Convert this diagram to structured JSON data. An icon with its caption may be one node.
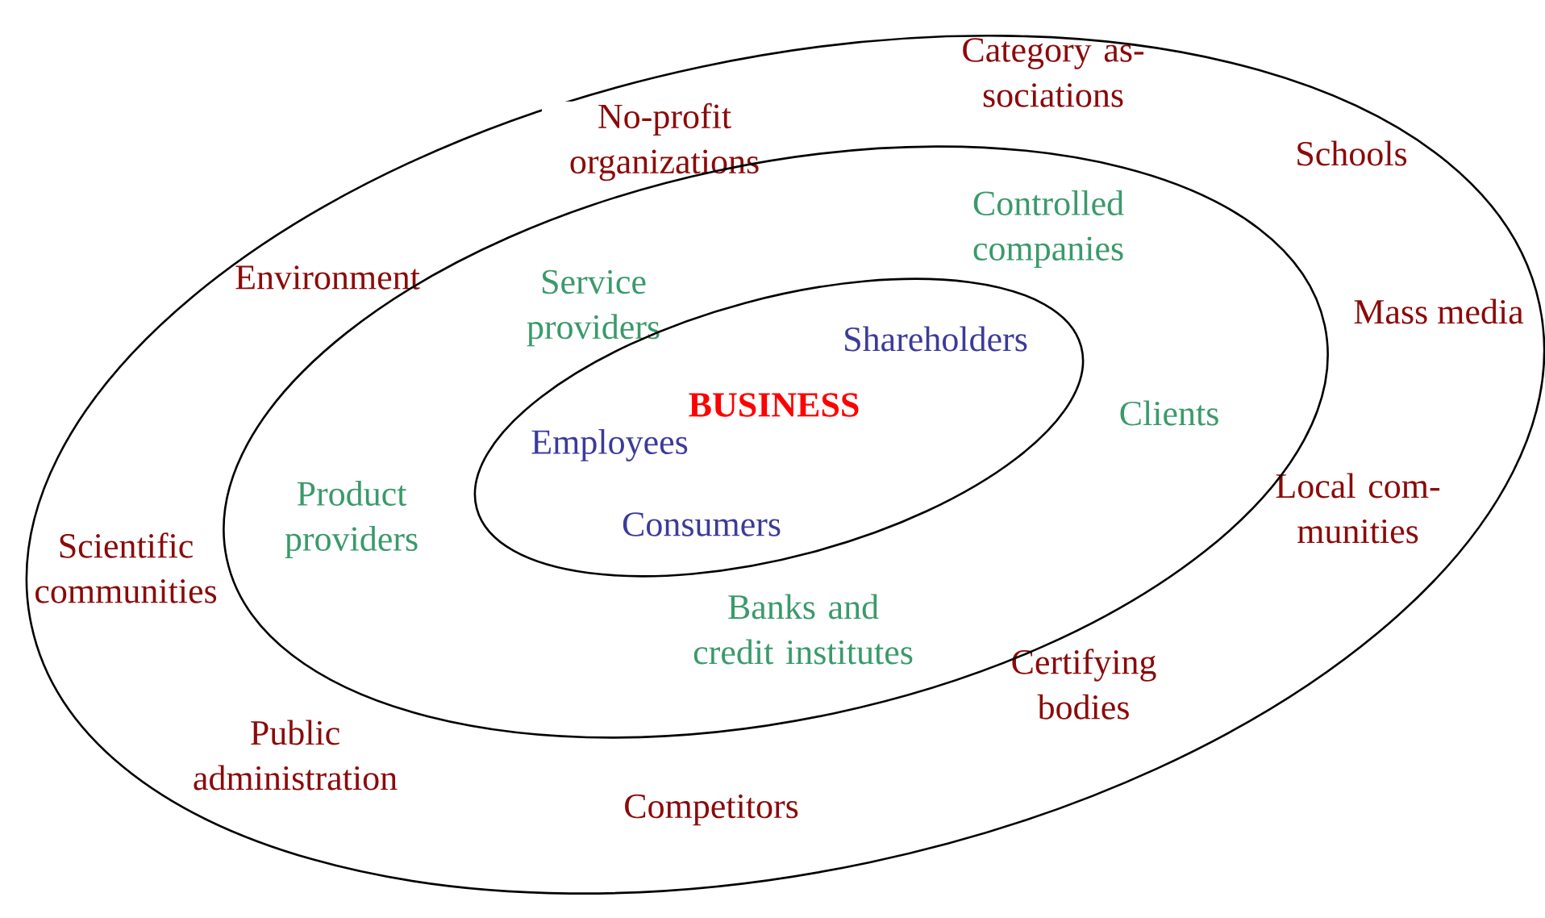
{
  "diagram": {
    "nodes": [
      {
        "text": [
          "Category as- sociations",
          "No-profit organizations",
          "Schools",
          "Environment",
          "Mass media",
          "Local com- munities",
          "Scientific communities",
          "Certifying bodies",
          "Public administration",
          "Competitors"
        ]
      },
      {
        "text": [
          "Controlled companies",
          "Service providers",
          "Clients",
          "Product providers",
          "Banks and credit institutes"
        ],
        "in": 0
      },
      {
        "text": [
          "BUSINESS",
          "Shareholders",
          "Employees",
          "Consumers"
        ],
        "in": 1
      }
    ]
  }
}
